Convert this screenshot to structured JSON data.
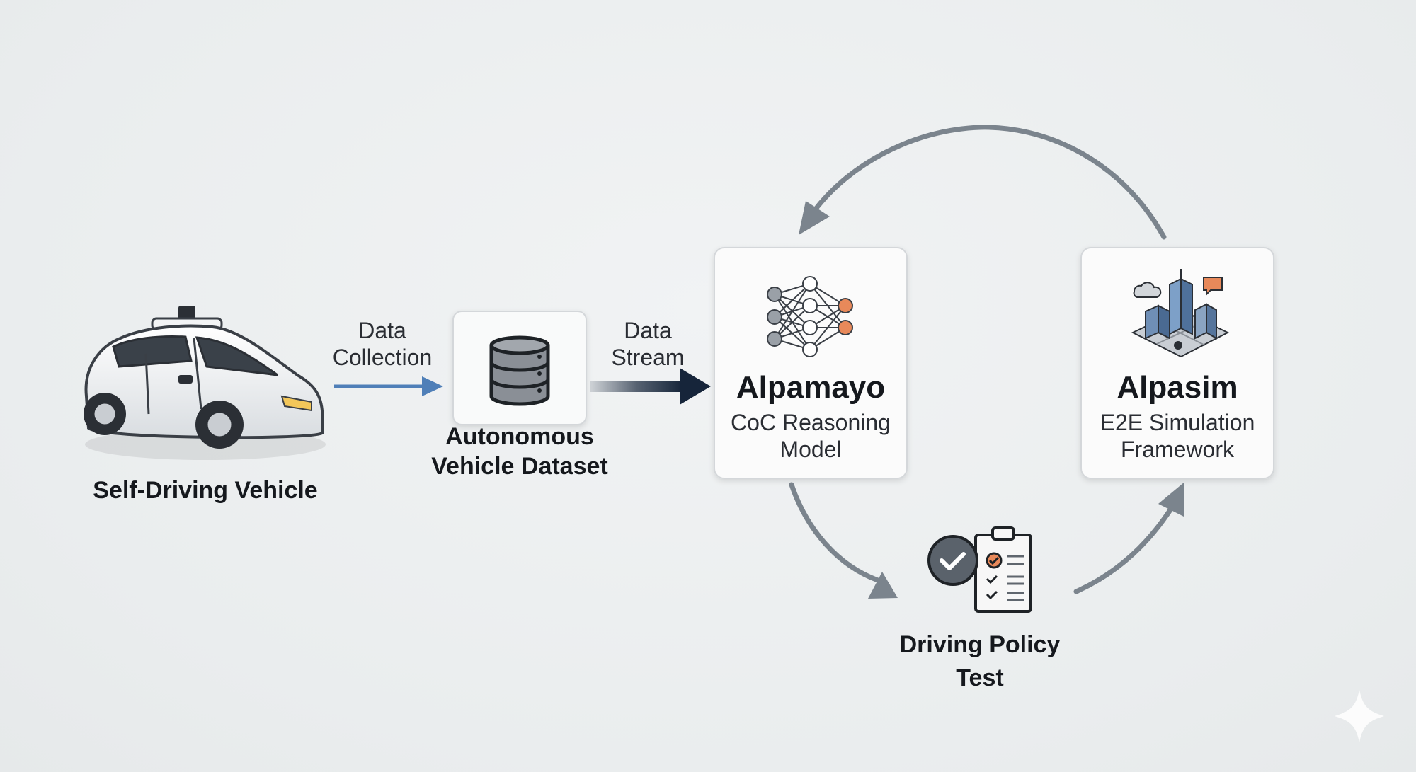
{
  "nodes": {
    "vehicle": {
      "label": "Self-Driving Vehicle",
      "icon": "self-driving-car-icon"
    },
    "dataset": {
      "label_line1": "Autonomous",
      "label_line2": "Vehicle Dataset",
      "icon": "database-icon"
    },
    "alpamayo": {
      "title": "Alpamayo",
      "subtitle_line1": "CoC Reasoning",
      "subtitle_line2": "Model",
      "icon": "neural-network-icon"
    },
    "alpasim": {
      "title": "Alpasim",
      "subtitle_line1": "E2E Simulation",
      "subtitle_line2": "Framework",
      "icon": "city-simulation-icon"
    },
    "policy_test": {
      "label_line1": "Driving Policy",
      "label_line2": "Test",
      "icon": "checklist-icon"
    }
  },
  "edges": {
    "collection": {
      "label_line1": "Data",
      "label_line2": "Collection"
    },
    "stream": {
      "label_line1": "Data",
      "label_line2": "Stream"
    }
  },
  "colors": {
    "collection_arrow": "#4f7fb8",
    "stream_arrow": "#16253a",
    "loop_arrow": "#7b848d",
    "accent_orange": "#e8895a",
    "card_border": "#d4d7da"
  }
}
